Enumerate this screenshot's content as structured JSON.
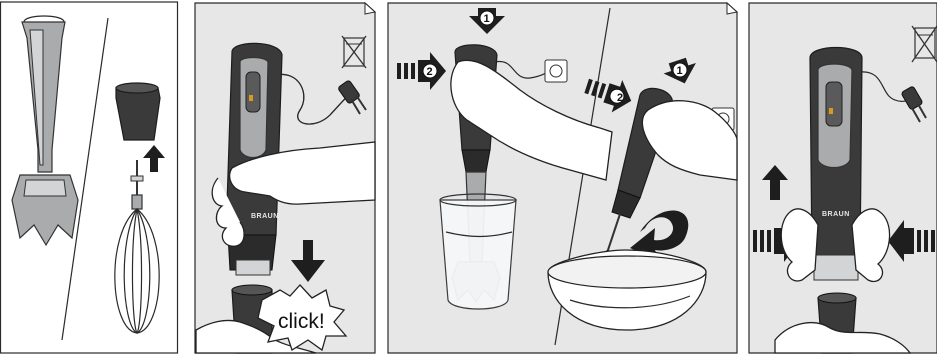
{
  "brand": "BRAUN",
  "click_label": "click!",
  "step_numbers": {
    "first": "1",
    "second": "2"
  },
  "colors": {
    "panel_background": "#e7e7e7",
    "device_body": "#3a3a3a",
    "metal": "#a9abad",
    "outline": "#2a2a2a"
  },
  "icons": {
    "no_dishwasher_symbol": "crossed-out-appliance-icon",
    "direction_arrow": "arrow-icon",
    "plug": "power-plug-icon"
  }
}
